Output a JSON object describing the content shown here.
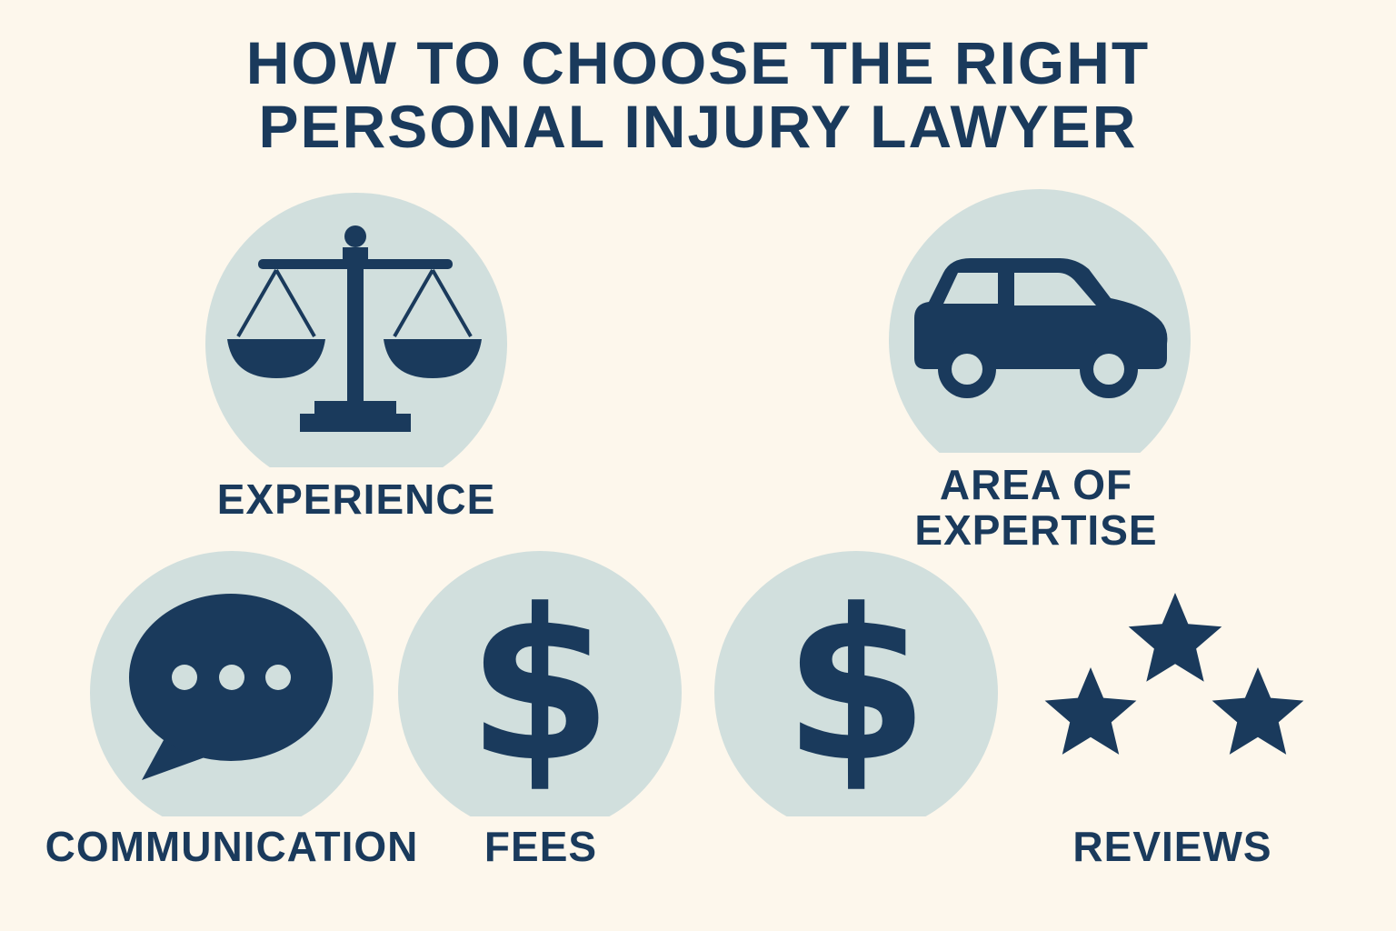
{
  "page": {
    "title_line1": "HOW TO CHOOSE THE RIGHT",
    "title_line2": "PERSONAL INJURY LAWYER"
  },
  "colors": {
    "background": "#fdf7ec",
    "circle": "#d1dfdd",
    "ink": "#1a3a5c"
  },
  "items": [
    {
      "label": "EXPERIENCE",
      "icon": "scales-of-justice-icon"
    },
    {
      "label_line1": "AREA OF",
      "label_line2": "EXPERTISE",
      "icon": "car-icon"
    },
    {
      "label": "COMMUNICATION",
      "icon": "speech-bubble-icon"
    },
    {
      "label": "FEES",
      "icon": "dollar-icon"
    },
    {
      "icon": "dollar-icon"
    },
    {
      "label": "REVIEWS",
      "icon": "stars-icon"
    }
  ]
}
